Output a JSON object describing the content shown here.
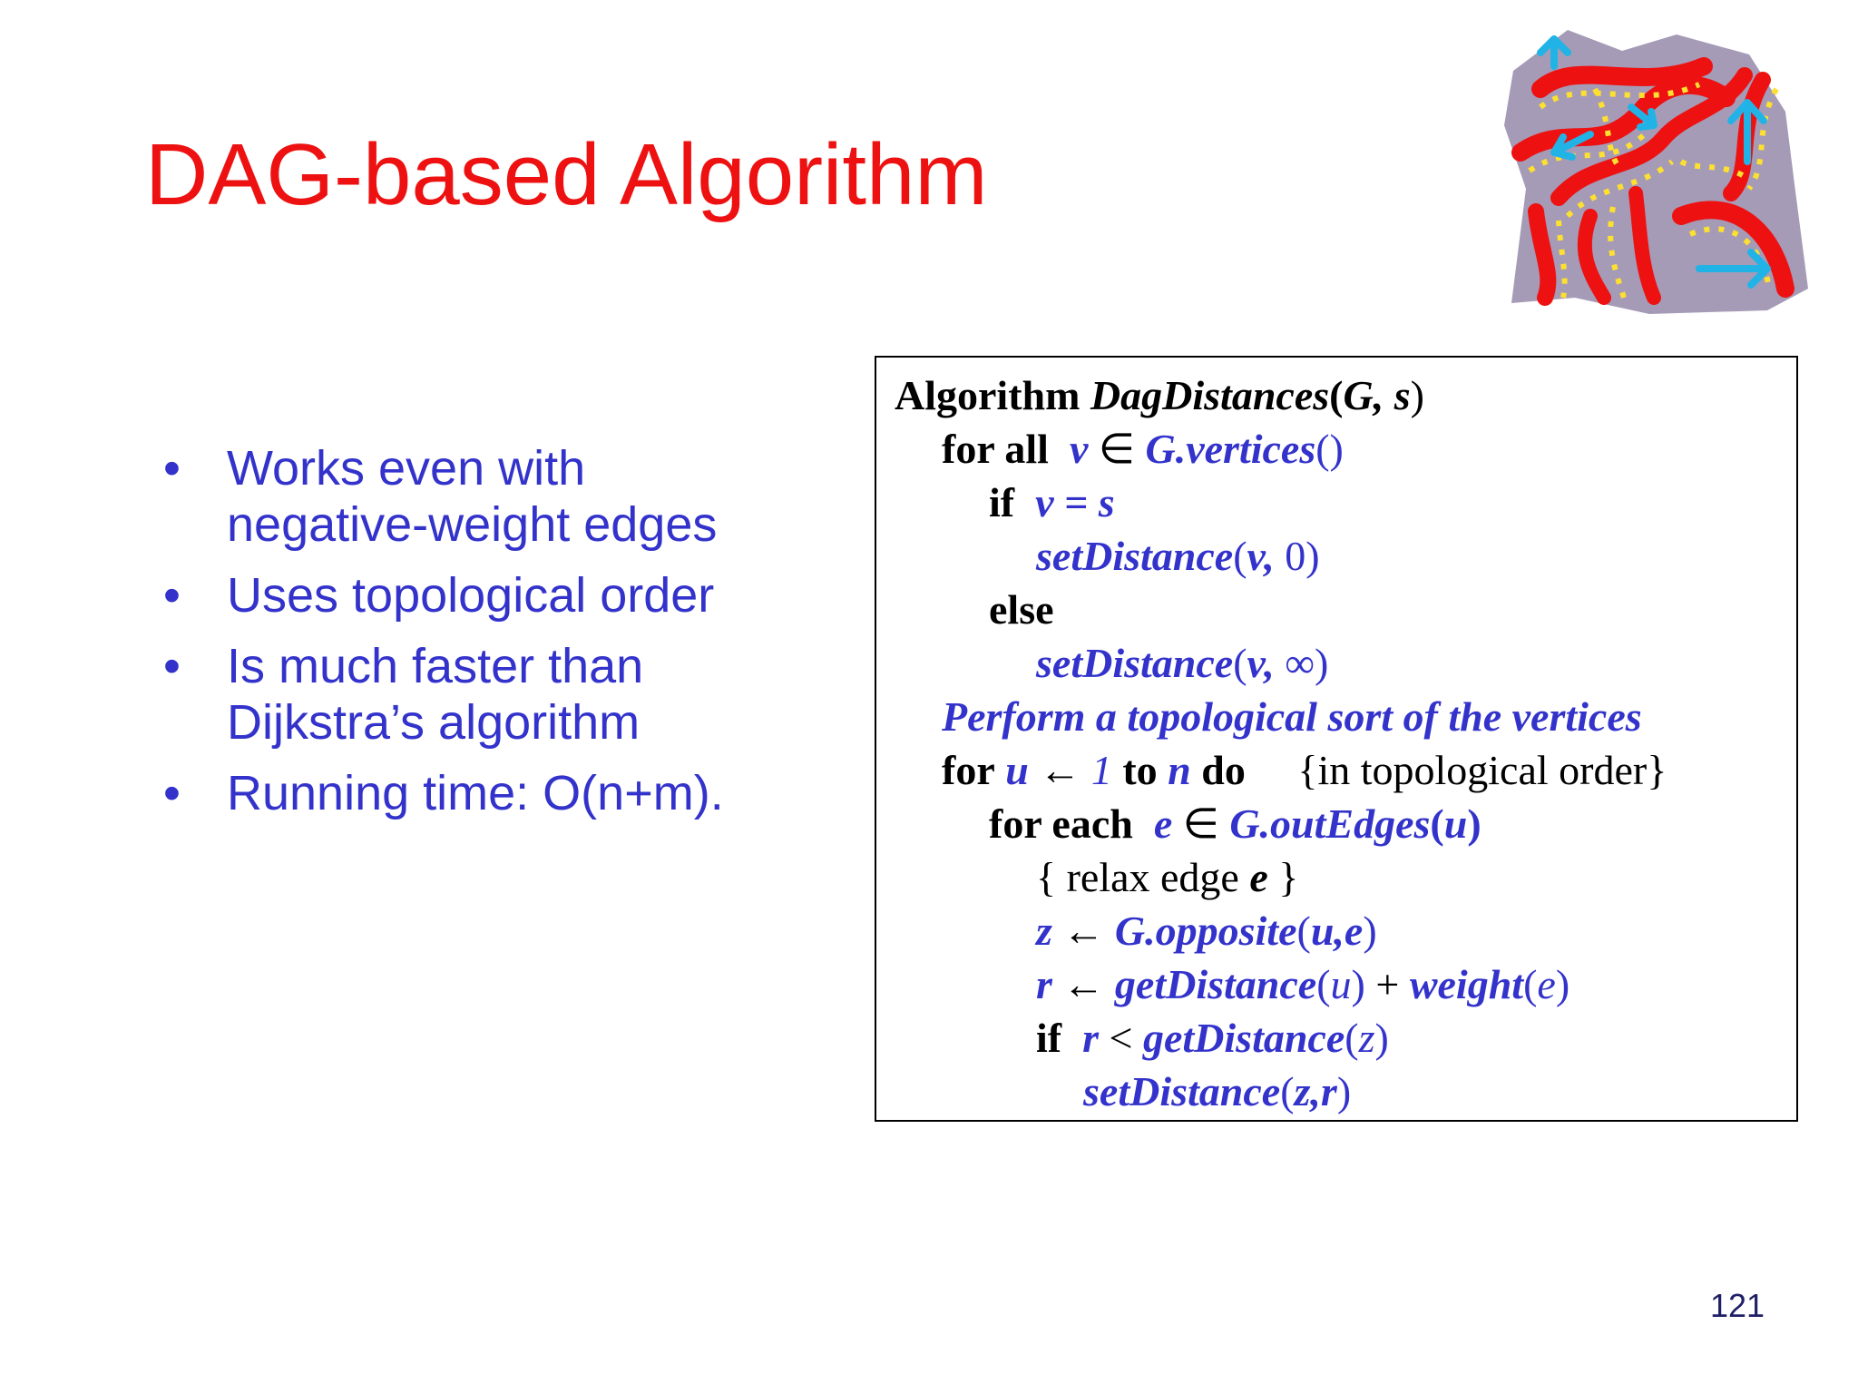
{
  "slide": {
    "title": "DAG-based Algorithm",
    "page_number": "121"
  },
  "colors": {
    "title": "#ee1111",
    "bullet_text": "#3333cc",
    "code_blue": "#3333cc",
    "page_number": "#1f1f66",
    "logo_background": "#a59bb6",
    "logo_stripe": "#ee1111",
    "logo_arrow": "#22b3e6",
    "logo_dots": "#fde030"
  },
  "bullets": [
    {
      "marker": "•",
      "text": "Works even with negative-weight edges"
    },
    {
      "marker": "•",
      "text": "Uses topological order"
    },
    {
      "marker": "•",
      "text": "Is much faster than Dijkstra’s algorithm"
    },
    {
      "marker": "•",
      "text": "Running time: O(n+m)."
    }
  ],
  "algorithm": {
    "header": {
      "keyword": "Algorithm",
      "name": "DagDistances",
      "open": "(",
      "args": "G, s",
      "close": ")"
    },
    "line1": {
      "keyword": "for all",
      "var": "v",
      "op": "∈",
      "call": "G.vertices",
      "parens": "()"
    },
    "line2": {
      "keyword": "if",
      "expr": "v = s"
    },
    "line3": {
      "call": "setDistance",
      "open": "(",
      "arg1": "v,",
      "arg2": "0",
      "close": ")"
    },
    "line4": {
      "keyword": "else"
    },
    "line5": {
      "call": "setDistance",
      "open": "(",
      "arg1": "v,",
      "arg2": "∞",
      "close": ")"
    },
    "line6": {
      "text": "Perform a topological sort of the vertices"
    },
    "line7": {
      "kw_for": "for",
      "var": "u",
      "arrow": "←",
      "from": "1",
      "kw_to": "to",
      "to": "n",
      "kw_do": "do",
      "comment": "{in topological order}"
    },
    "line8": {
      "keyword": "for each",
      "var": "e",
      "op": "∈",
      "call": "G.outEdges",
      "open": "(",
      "arg": "u",
      "close": ")"
    },
    "line9": {
      "open": "{ relax edge",
      "var": "e",
      "close": "}"
    },
    "line10": {
      "var": "z",
      "arrow": "←",
      "call": "G.opposite",
      "open": "(",
      "args": "u,e",
      "close": ")"
    },
    "line11": {
      "var": "r",
      "arrow": "←",
      "call1": "getDistance",
      "open1": "(",
      "arg1": "u",
      "close1": ")",
      "plus": "+",
      "call2": "weight",
      "open2": "(",
      "arg2": "e",
      "close2": ")"
    },
    "line12": {
      "keyword": "if",
      "var": "r",
      "op": "<",
      "call": "getDistance",
      "open": "(",
      "arg": "z",
      "close": ")"
    },
    "line13": {
      "call": "setDistance",
      "open": "(",
      "args": "z,r",
      "close": ")"
    }
  }
}
